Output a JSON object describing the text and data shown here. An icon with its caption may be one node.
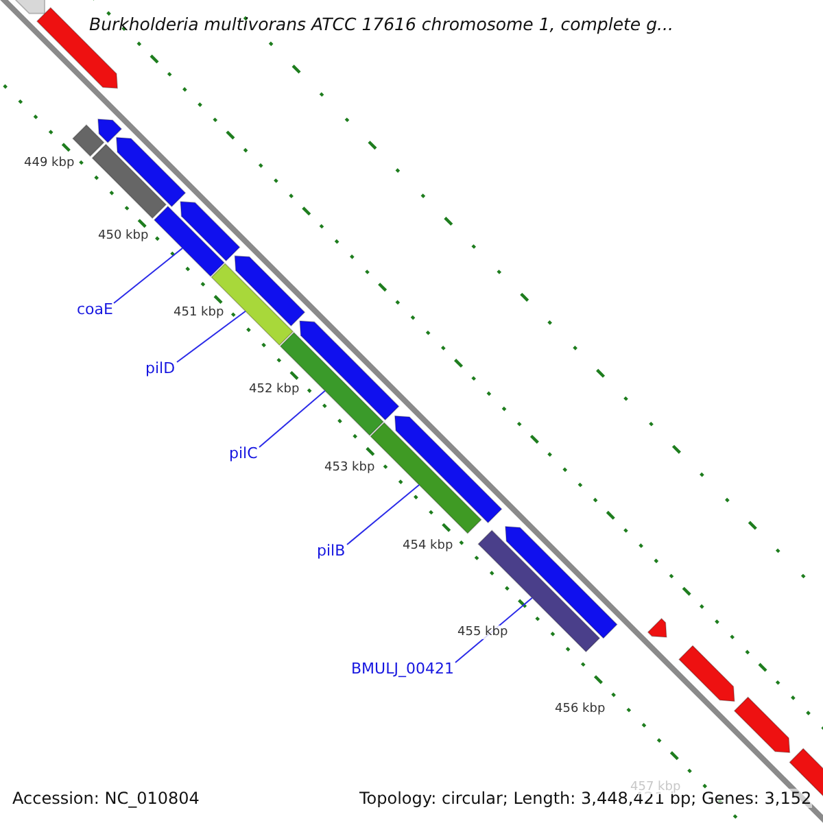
{
  "diagram": {
    "title": "Burkholderia multivorans ATCC 17616 chromosome 1, complete g...",
    "nodes": [
      {
        "text": [
          "coaE"
        ]
      },
      {
        "text": [
          "pilD"
        ]
      },
      {
        "text": [
          "pilC"
        ]
      },
      {
        "text": [
          "pilB"
        ]
      },
      {
        "text": [
          "BMULJ_00421"
        ]
      },
      {
        "text": [],
        "shape": "bar"
      },
      {
        "text": [],
        "shape": "bar"
      },
      {
        "text": [],
        "shape": "bar"
      },
      {
        "text": [],
        "shape": "bar"
      },
      {
        "text": [],
        "shape": "bar"
      },
      {
        "text": [],
        "shape": "bar"
      },
      {
        "text": [],
        "shape": "bar"
      },
      {
        "text": [],
        "shape": "bar"
      },
      {
        "text": [],
        "shape": "bar"
      },
      {
        "text": [],
        "shape": "bar"
      },
      {
        "text": [],
        "shape": "bar"
      },
      {
        "text": [],
        "shape": "bar"
      },
      {
        "text": [],
        "shape": "bar"
      },
      {
        "text": [],
        "shape": "bar"
      },
      {
        "text": [],
        "shape": "bar"
      },
      {
        "text": [],
        "shape": "bar"
      },
      {
        "text": [],
        "shape": "bar"
      },
      {
        "text": [],
        "shape": "bar"
      },
      {
        "text": [],
        "shape": "bar"
      },
      {
        "text": [],
        "shape": "bar"
      }
    ],
    "edges": [
      {
        "from": 0,
        "to": 11,
        "arrow": "none"
      },
      {
        "from": 1,
        "to": 13,
        "arrow": "none"
      },
      {
        "from": 2,
        "to": 15,
        "arrow": "none"
      },
      {
        "from": 3,
        "to": 17,
        "arrow": "none"
      },
      {
        "from": 4,
        "to": 19,
        "arrow": "none"
      }
    ],
    "labels": [
      "449 kbp",
      "450 kbp",
      "451 kbp",
      "452 kbp",
      "453 kbp",
      "454 kbp",
      "455 kbp",
      "456 kbp",
      "457 kbp",
      "Accession: NC_010804",
      "Topology: circular; Length: 3,448,421 bp; Genes: 3,152"
    ]
  }
}
